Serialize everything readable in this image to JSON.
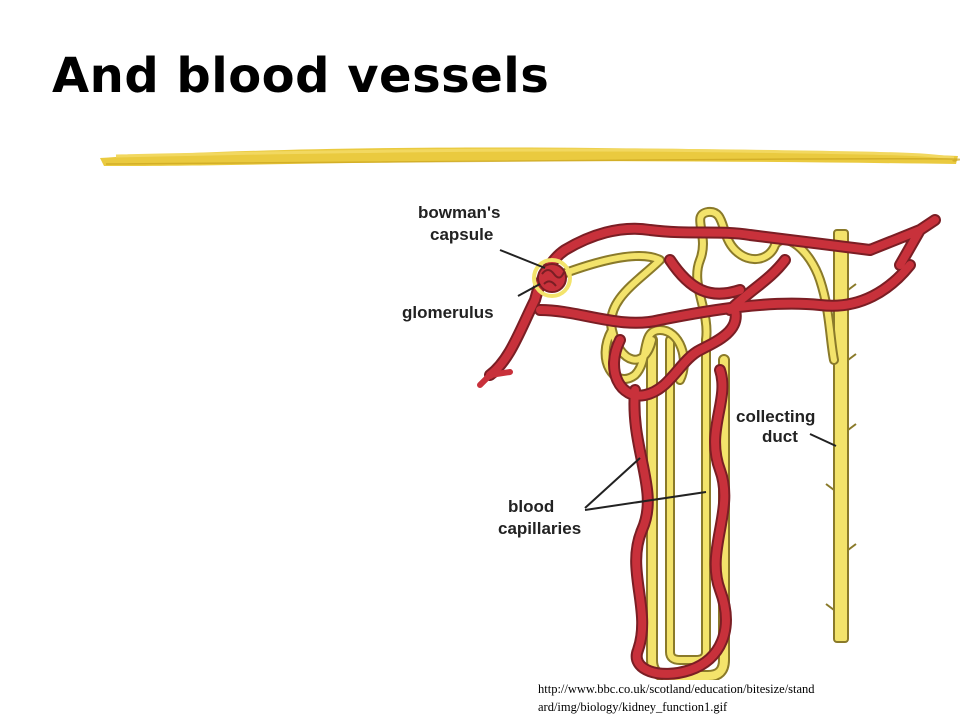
{
  "slide": {
    "title": "And blood vessels"
  },
  "diagram": {
    "labels": {
      "bowmans_capsule_line1": "bowman's",
      "bowmans_capsule_line2": "capsule",
      "glomerulus": "glomerulus",
      "collecting_duct_line1": "collecting",
      "collecting_duct_line2": "duct",
      "blood_capillaries_line1": "blood",
      "blood_capillaries_line2": "capillaries"
    },
    "colors": {
      "blood_vessel": "#c8313b",
      "blood_vessel_outline": "#7a1e24",
      "tubule": "#f3e36b",
      "tubule_outline": "#8a7a2a",
      "title_rule": "#e8c42a"
    }
  },
  "source": {
    "url_line1": "http://www.bbc.co.uk/scotland/education/bitesize/stand",
    "url_line2": "ard/img/biology/kidney_function1.gif"
  }
}
